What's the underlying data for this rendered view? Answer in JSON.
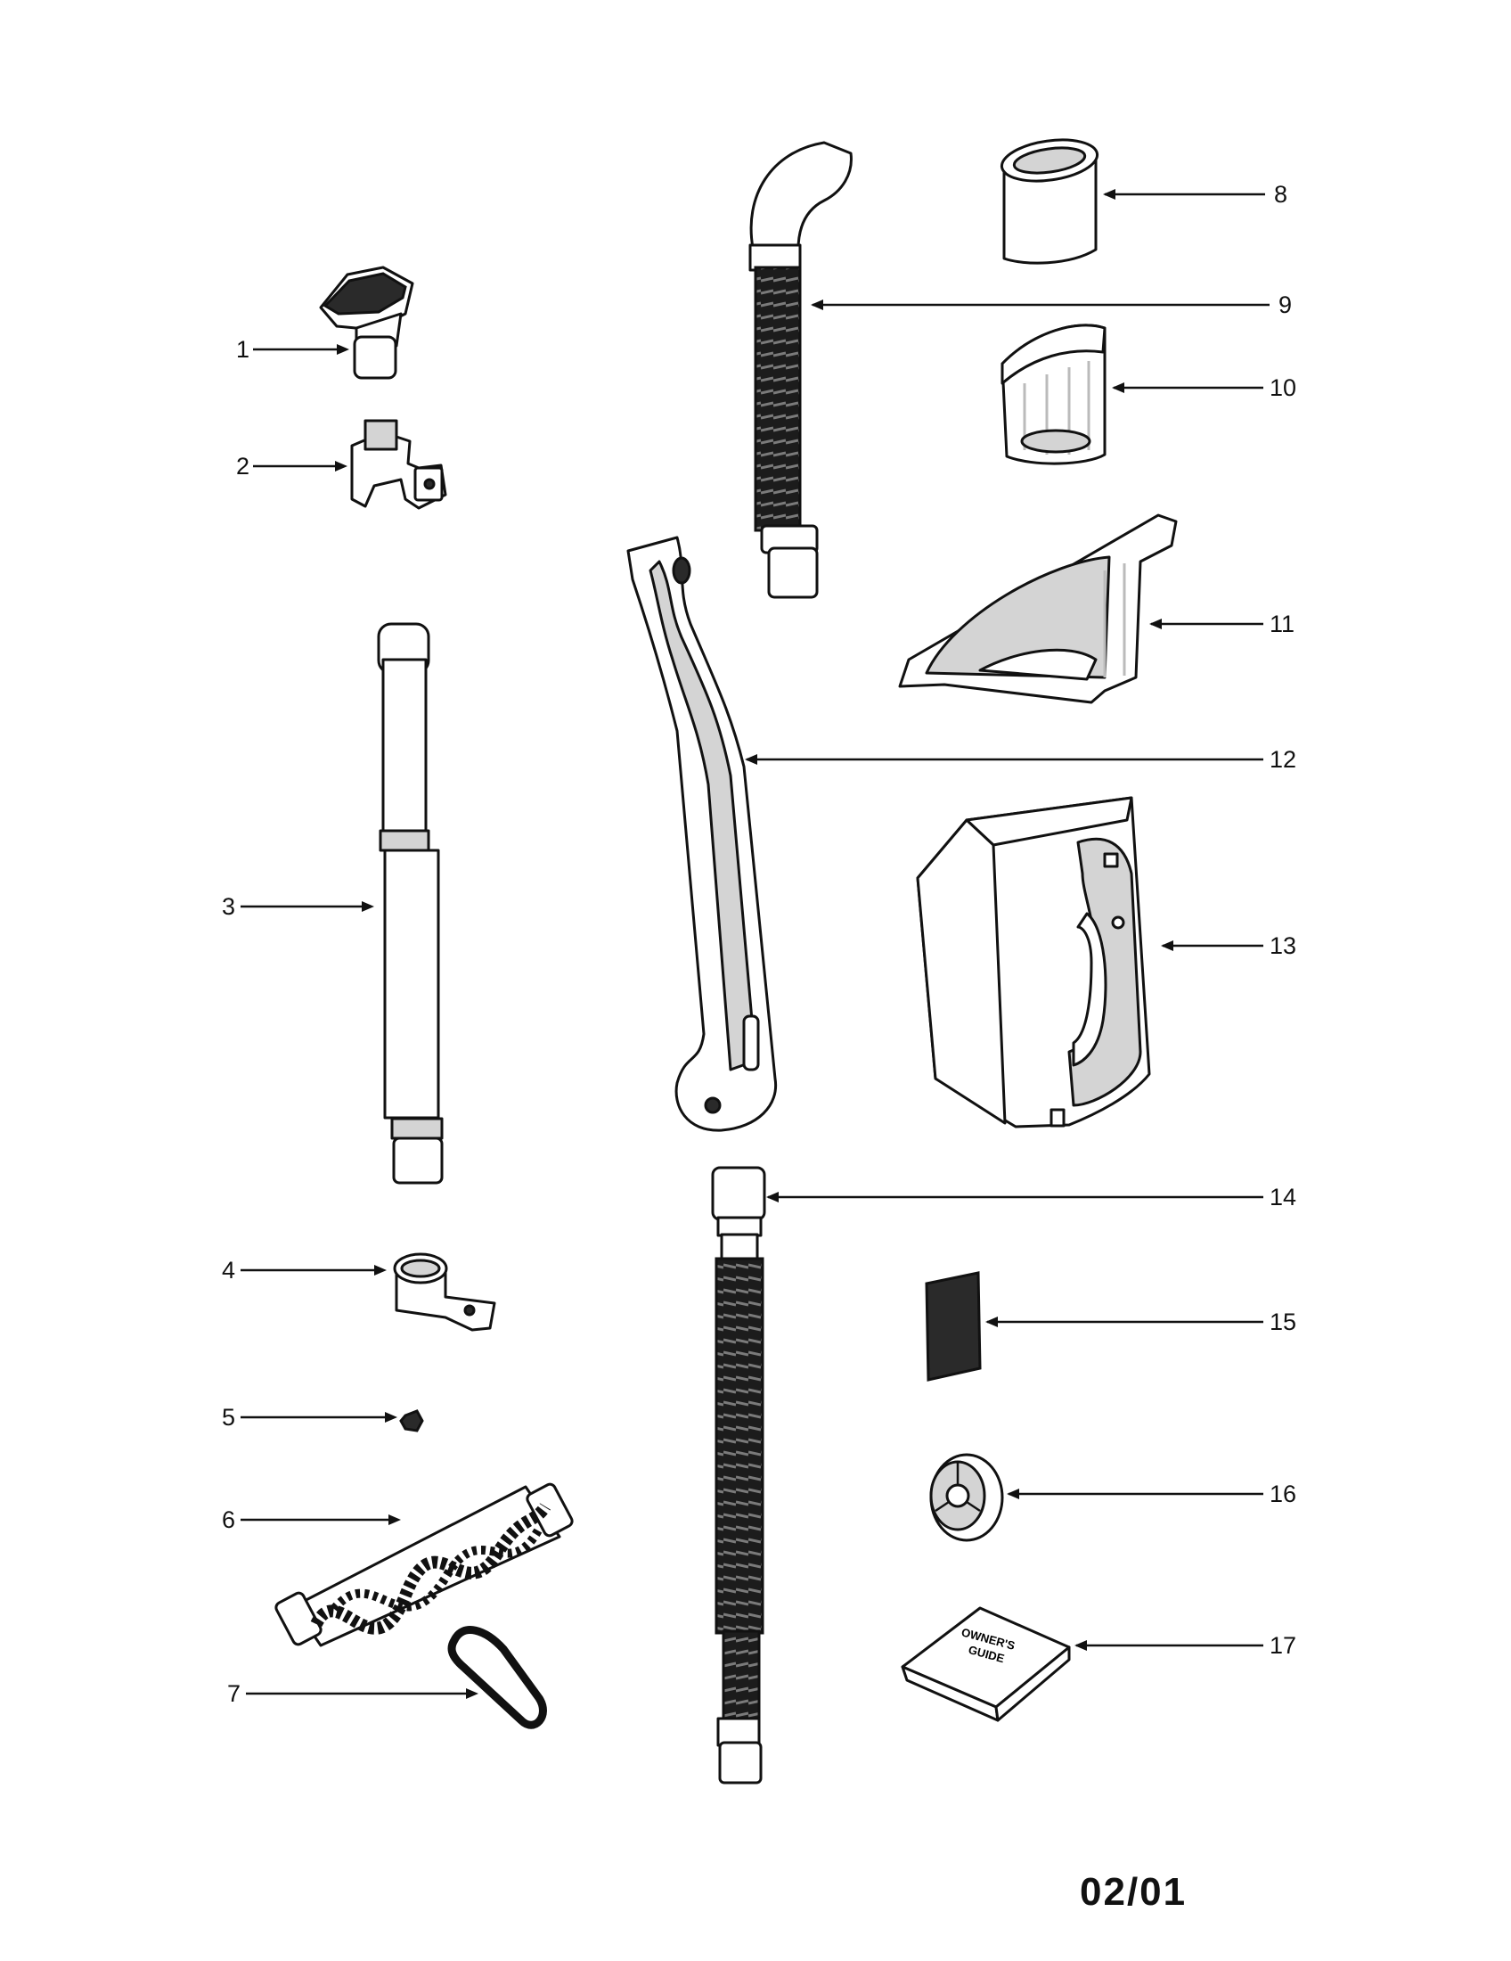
{
  "diagram": {
    "callouts": [
      {
        "id": "1",
        "label": "1"
      },
      {
        "id": "2",
        "label": "2"
      },
      {
        "id": "3",
        "label": "3"
      },
      {
        "id": "4",
        "label": "4"
      },
      {
        "id": "5",
        "label": "5"
      },
      {
        "id": "6",
        "label": "6"
      },
      {
        "id": "7",
        "label": "7"
      },
      {
        "id": "8",
        "label": "8"
      },
      {
        "id": "9",
        "label": "9"
      },
      {
        "id": "10",
        "label": "10"
      },
      {
        "id": "11",
        "label": "11"
      },
      {
        "id": "12",
        "label": "12"
      },
      {
        "id": "13",
        "label": "13"
      },
      {
        "id": "14",
        "label": "14"
      },
      {
        "id": "15",
        "label": "15"
      },
      {
        "id": "16",
        "label": "16"
      },
      {
        "id": "17",
        "label": "17"
      }
    ],
    "book_cover_text": [
      "OWNER'S",
      "GUIDE"
    ],
    "date_code": "02/01"
  }
}
